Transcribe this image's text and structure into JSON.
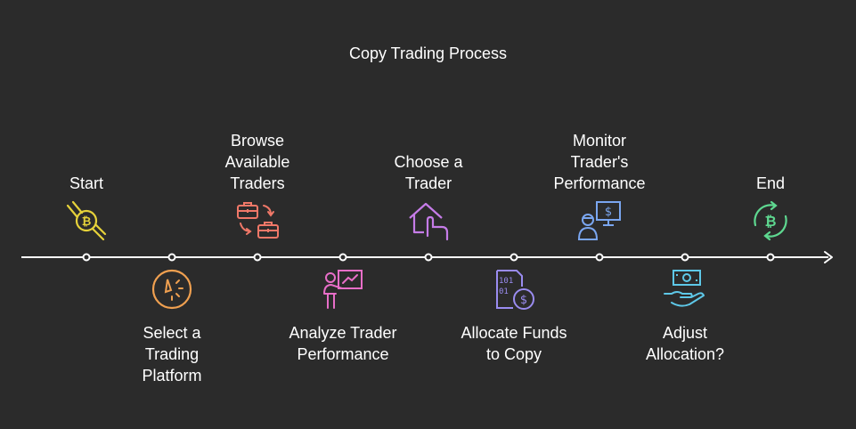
{
  "title": "Copy Trading Process",
  "steps": [
    {
      "label": "Start",
      "position": "top",
      "icon": "bitcoin-hand-icon",
      "color": "#e6d23a"
    },
    {
      "label": "Select a\nTrading\nPlatform",
      "position": "bottom",
      "icon": "platform-gauge-icon",
      "color": "#f0a050"
    },
    {
      "label": "Browse\nAvailable\nTraders",
      "position": "top",
      "icon": "briefcase-exchange-icon",
      "color": "#f07868"
    },
    {
      "label": "Analyze Trader\nPerformance",
      "position": "bottom",
      "icon": "presenter-chart-icon",
      "color": "#e86ec8"
    },
    {
      "label": "Choose a\nTrader",
      "position": "top",
      "icon": "house-hand-icon",
      "color": "#c67ce8"
    },
    {
      "label": "Allocate Funds\nto Copy",
      "position": "bottom",
      "icon": "binary-dollar-icon",
      "color": "#9a8cf0"
    },
    {
      "label": "Monitor\nTrader's\nPerformance",
      "position": "top",
      "icon": "person-monitor-dollar-icon",
      "color": "#7aa6f0"
    },
    {
      "label": "Adjust\nAllocation?",
      "position": "bottom",
      "icon": "hand-money-icon",
      "color": "#5ec8e8"
    },
    {
      "label": "End",
      "position": "top",
      "icon": "bitcoin-refresh-icon",
      "color": "#5ed890"
    }
  ],
  "colors": {
    "background": "#2b2b2b",
    "line": "#ffffff",
    "text": "#ffffff"
  }
}
